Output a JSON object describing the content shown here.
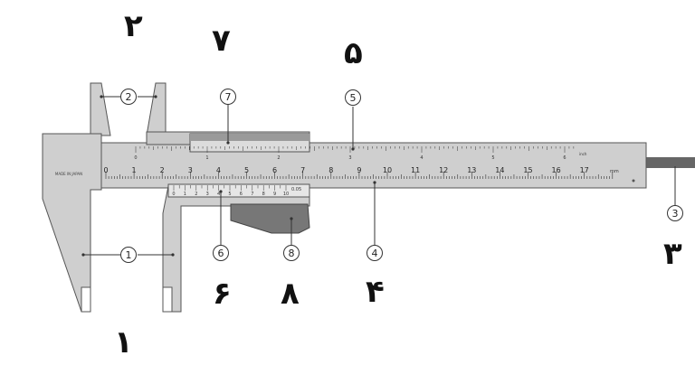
{
  "title": "",
  "parts": {
    "p1": {
      "marker": "1",
      "label": "١"
    },
    "p2": {
      "marker": "2",
      "label": "٢"
    },
    "p3": {
      "marker": "3",
      "label": "٣"
    },
    "p4": {
      "marker": "4",
      "label": "۴"
    },
    "p5": {
      "marker": "5",
      "label": "۵"
    },
    "p6": {
      "marker": "6",
      "label": "۶"
    },
    "p7": {
      "marker": "7",
      "label": "٧"
    },
    "p8": {
      "marker": "8",
      "label": "٨"
    }
  },
  "main_scale": {
    "cm_ticks": [
      "0",
      "1",
      "2",
      "3",
      "4",
      "5",
      "6",
      "7",
      "8",
      "9",
      "10",
      "11",
      "12",
      "13",
      "14",
      "15",
      "16",
      "17"
    ],
    "unit": "mm",
    "inch_ticks": [
      "0",
      "1",
      "2",
      "3",
      "4",
      "5",
      "6"
    ],
    "inch_unit": "inch",
    "brand": "MADE IN JAPAN"
  },
  "vernier": {
    "labels": [
      "0",
      "1",
      "2",
      "3",
      "4",
      "5",
      "6",
      "7",
      "8",
      "9",
      "10"
    ],
    "resolution": "0.05"
  },
  "colors": {
    "body": "#cfcfcf",
    "outline": "#555555",
    "dark": "#555555",
    "text": "#111111"
  }
}
